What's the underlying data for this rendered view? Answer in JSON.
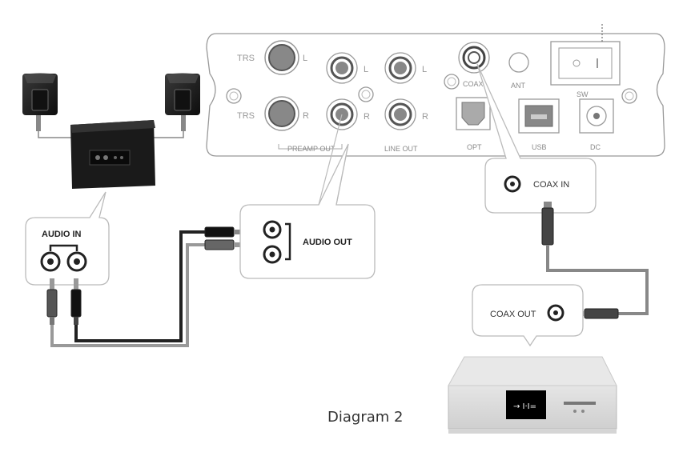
{
  "panel": {
    "trs_l": "TRS",
    "l1": "L",
    "trs_r": "TRS",
    "r1": "R",
    "l2": "L",
    "l3": "L",
    "r2": "R",
    "r3": "R",
    "preamp_out": "PREAMP OUT",
    "line_out": "LINE OUT",
    "coax": "COAX",
    "ant": "ANT",
    "sw": "SW",
    "opt": "OPT",
    "usb": "USB",
    "dc": "DC"
  },
  "callouts": {
    "audio_in": "AUDIO IN",
    "audio_out": "AUDIO OUT",
    "coax_in": "COAX IN",
    "coax_out": "COAX OUT"
  },
  "caption": "Diagram 2"
}
